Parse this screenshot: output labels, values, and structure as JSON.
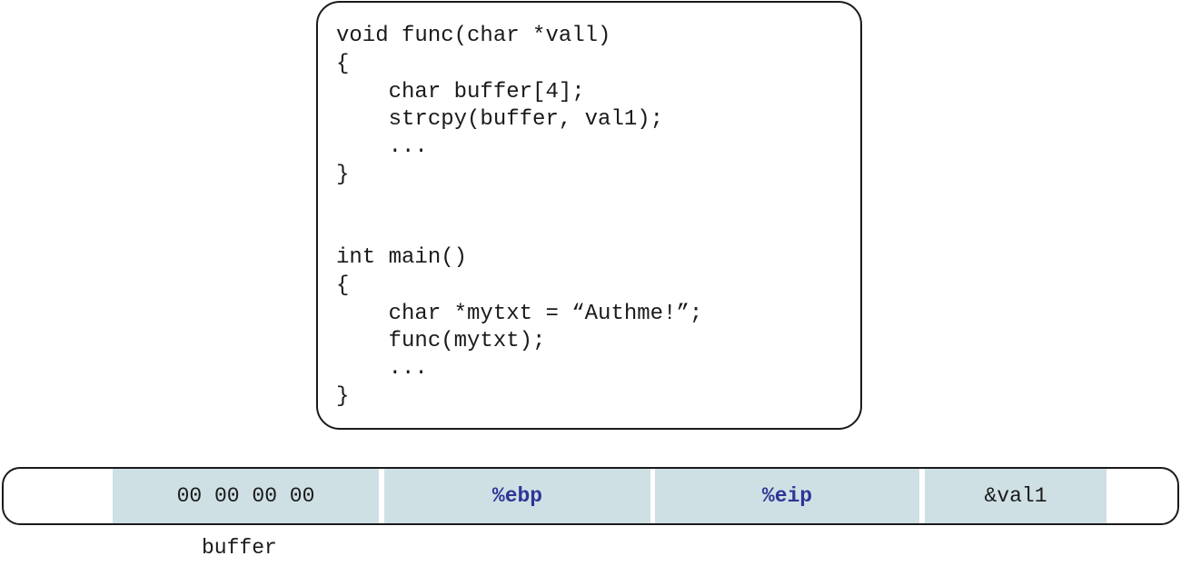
{
  "code": {
    "lines": [
      "void func(char *vall)",
      "{",
      "    char buffer[4];",
      "    strcpy(buffer, val1);",
      "    ...",
      "}",
      "",
      "",
      "int main()",
      "{",
      "    char *mytxt = “Authme!”;",
      "    func(mytxt);",
      "    ...",
      "}"
    ]
  },
  "stack": {
    "cells": [
      {
        "label": "00 00 00 00",
        "type": "data"
      },
      {
        "label": "%ebp",
        "type": "register"
      },
      {
        "label": "%eip",
        "type": "register"
      },
      {
        "label": "&val1",
        "type": "data"
      }
    ],
    "buffer_label": "buffer"
  },
  "colors": {
    "cell_fill": "#cfe0e5",
    "register_text": "#2e3596",
    "border": "#1a1a1a"
  }
}
